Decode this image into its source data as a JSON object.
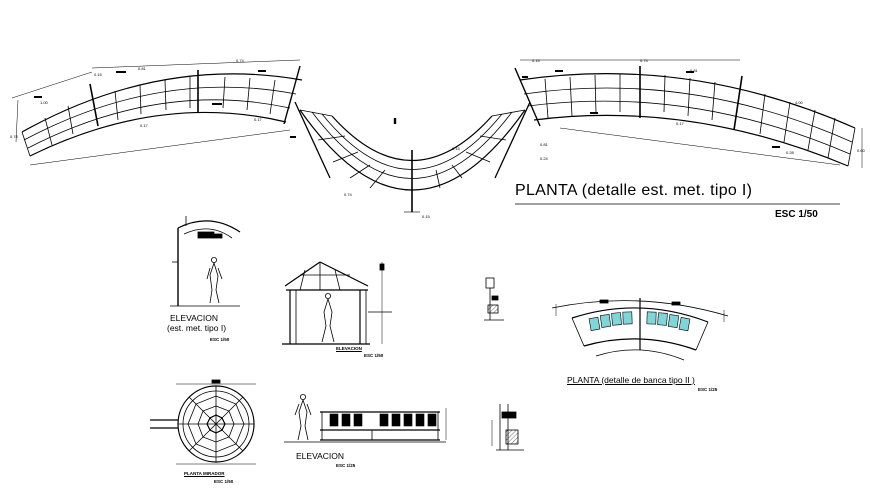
{
  "drawing": {
    "main_title": "PLANTA (detalle est. met. tipo I)",
    "main_scale": "ESC 1/50",
    "elevation1_title": "ELEVACION",
    "elevation1_subtitle": "(est. met. tipo I)",
    "elevation1_scale": "ESC 1/50",
    "elevation2_title": "ELEVACION",
    "elevation2_scale": "ESC 1/50",
    "bench_plan_title": "PLANTA (detalle de banca tipo II )",
    "bench_plan_scale": "ESC 1/25",
    "mirador_title": "PLANTA MIRADOR",
    "mirador_scale": "ESC 1/50",
    "elevation3_title": "ELEVACION",
    "elevation3_scale": "ESC 1/25"
  },
  "dimensions": {
    "d1": "0.15",
    "d2": "0.74",
    "d3": "0.81",
    "d4": "1.00",
    "d5": "0.17",
    "d6": "0.15",
    "d7": "0.74",
    "d8": "0.81",
    "d9": "4.00",
    "d10": "0.17",
    "d11": "0.28",
    "d12": "0.60",
    "d13": "0.74",
    "d14": "0.81",
    "d15": "0.15",
    "d16": "0.78",
    "d17": "0.24",
    "d18": "0.15",
    "d19": "0.17"
  },
  "colors": {
    "line": "#000000",
    "bench_fill": "#7fd6d9",
    "background": "#ffffff"
  }
}
